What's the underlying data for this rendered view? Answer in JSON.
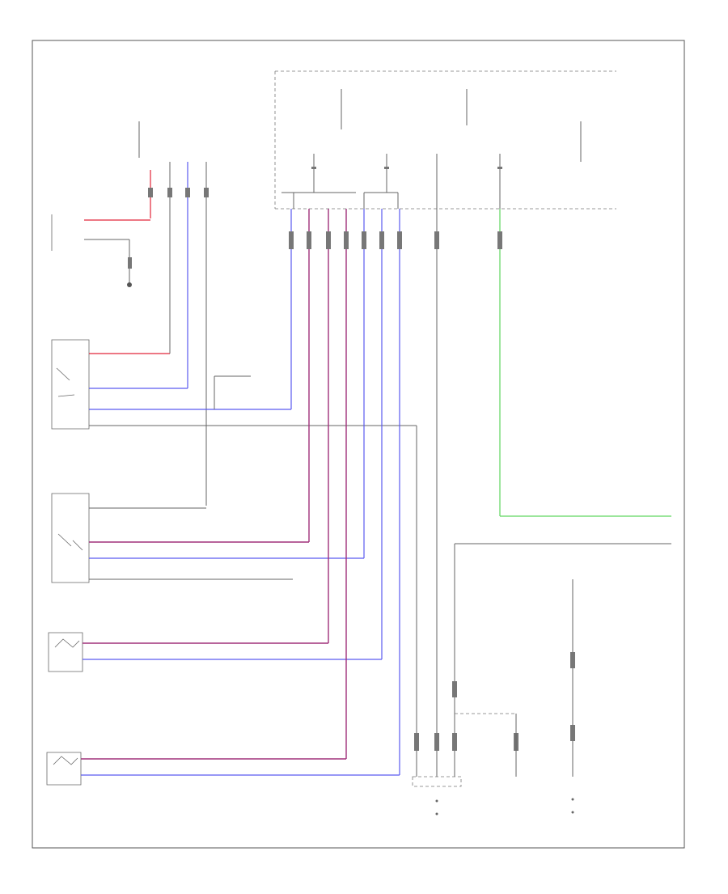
{
  "diagram": {
    "footer_code": "",
    "colors": {
      "power": "#e2263a",
      "signal": "#5a5af0",
      "signal_dark": "#a0307a",
      "ground": "#666666",
      "light": "#5fd65f"
    },
    "components": [
      {
        "id": "cigarette-lighter-socket",
        "label": ""
      },
      {
        "id": "driver-door-window-switch",
        "label": ""
      },
      {
        "id": "front-passenger-window-switch",
        "label": ""
      },
      {
        "id": "left-rear-window-motor",
        "label": ""
      },
      {
        "id": "right-rear-window-motor",
        "label": ""
      },
      {
        "id": "ground-point",
        "label": ""
      }
    ]
  }
}
